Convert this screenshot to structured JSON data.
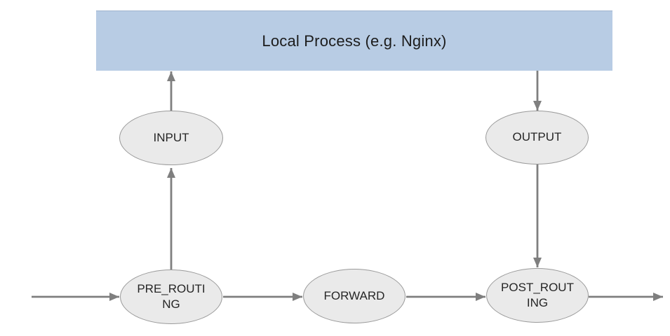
{
  "diagram": {
    "title_box": {
      "label": "Local Process (e.g. Nginx)"
    },
    "nodes": {
      "input": {
        "lines": [
          "INPUT",
          ""
        ]
      },
      "output": {
        "lines": [
          "OUTPUT",
          ""
        ]
      },
      "pre_routing": {
        "lines": [
          "PRE_ROUTI",
          "NG"
        ]
      },
      "forward": {
        "lines": [
          "FORWARD",
          ""
        ]
      },
      "post_routing": {
        "lines": [
          "POST_ROUT",
          "ING"
        ]
      }
    },
    "arrows": [
      "entry-to-pre-routing",
      "pre-routing-to-forward",
      "forward-to-post-routing",
      "post-routing-to-exit",
      "pre-routing-to-input",
      "input-to-local-process",
      "local-process-to-output",
      "output-to-post-routing"
    ],
    "colors": {
      "box_fill": "#b8cce4",
      "node_fill": "#eaeaea",
      "node_border": "#9a9a9a",
      "arrow": "#7f7f7f"
    }
  }
}
